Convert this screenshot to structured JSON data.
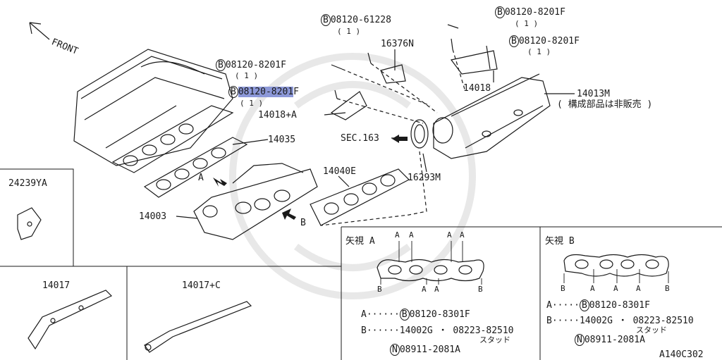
{
  "front_label": "FRONT",
  "bolt_symbol": "B",
  "nut_symbol": "N",
  "callouts": {
    "bolt_61228": "08120-61228",
    "bolt_61228_qty": "( 1 )",
    "part_16376N": "16376N",
    "bolt_8201F_a": "08120-8201F",
    "bolt_8201F_a_qty": "( 1 )",
    "bolt_8201F_b": "08120-8201F",
    "bolt_8201F_b_qty": "( 1 )",
    "part_14018": "14018",
    "bolt_8201F_c": "08120-8201F",
    "bolt_8201F_c_qty": "( 1 )",
    "bolt_8201F_selected": "08120-8201",
    "bolt_8201F_selected_suffix": "F",
    "bolt_8201F_selected_qty": "( 1 )",
    "part_14018A": "14018+A",
    "part_14013M": "14013M",
    "part_14013M_note": "( 構成部品は非販売 )",
    "sec_163": "SEC.163",
    "part_16293M": "16293M",
    "part_14035": "14035",
    "part_14040E": "14040E",
    "part_14003": "14003",
    "view_a_marker": "A",
    "view_b_marker": "B",
    "part_24239YA": "24239YA",
    "part_14017": "14017",
    "part_14017C": "14017+C"
  },
  "view_a": {
    "title": "矢視 A",
    "top_marks": [
      "A",
      "A",
      "A",
      "A"
    ],
    "bottom_marks": [
      "B",
      "A",
      "A",
      "B"
    ],
    "legend_a_key": "A",
    "legend_a_bolt": "08120-8301F",
    "legend_b_key": "B",
    "legend_b_text": "14002G ・ 08223-82510",
    "legend_b_sub": "スタッド",
    "legend_n_part": "08911-2081A"
  },
  "view_b": {
    "title": "矢視 B",
    "bottom_marks": [
      "B",
      "A",
      "A",
      "A",
      "B"
    ],
    "legend_a_key": "A",
    "legend_a_bolt": "08120-8301F",
    "legend_b_key": "B",
    "legend_b_text": "14002G ・ 08223-82510",
    "legend_b_sub": "スタッド",
    "legend_n_part": "08911-2081A"
  },
  "diagram_code": "A140C302"
}
